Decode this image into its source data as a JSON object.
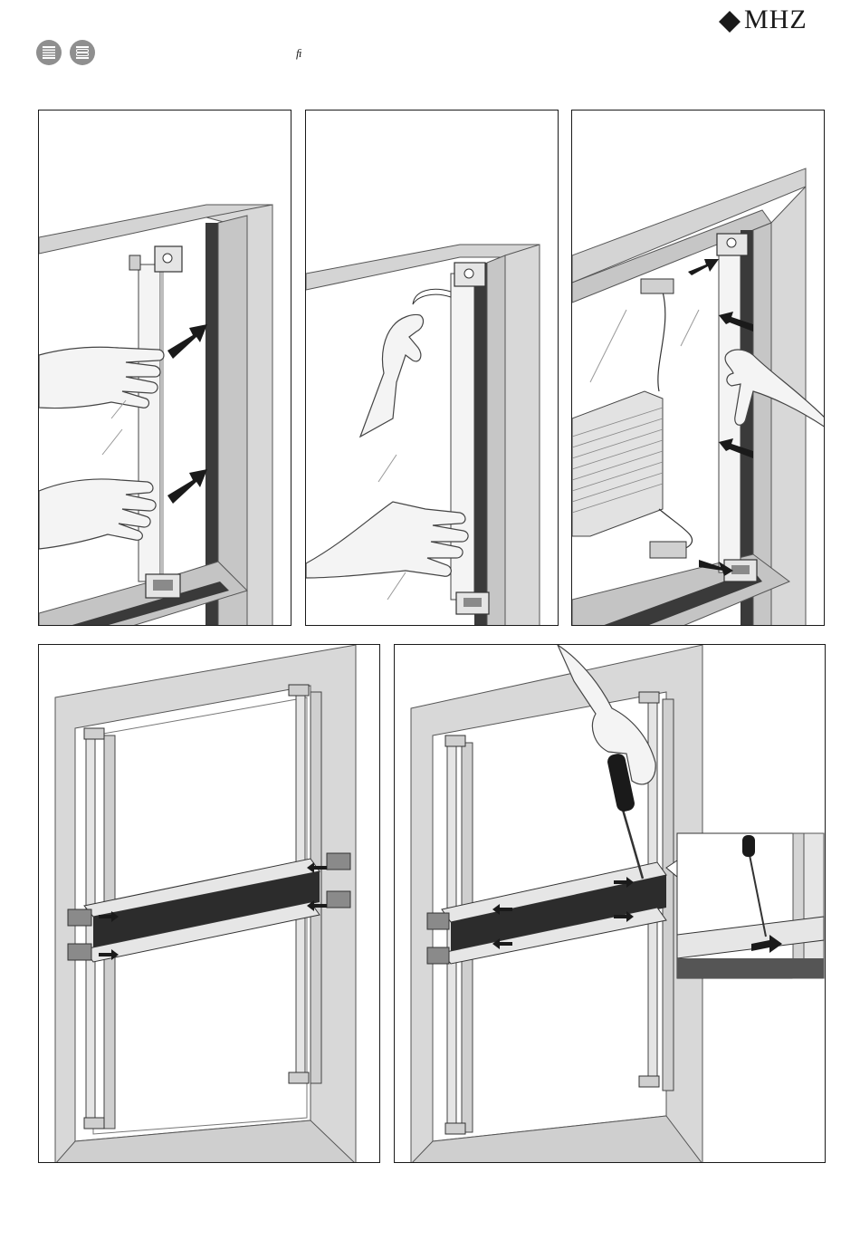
{
  "header": {
    "brand": "MHZ",
    "ligature": "ﬁ",
    "icons": [
      "pleated-blind-icon",
      "honeycomb-blind-icon"
    ]
  },
  "colors": {
    "frame": "#d4d4d4",
    "frame_dark": "#3a3a3a",
    "rail": "#e6e6e6",
    "fabric": "#2c2c2c",
    "arrow": "#1a1a1a",
    "icon": "#8f8f8f"
  },
  "steps": [
    {
      "name": "step-1",
      "icon": "press-adhesive-strip"
    },
    {
      "name": "step-2",
      "icon": "peel-backing-film"
    },
    {
      "name": "step-3",
      "icon": "insert-tension-cord"
    },
    {
      "name": "step-4",
      "icon": "install-rails"
    },
    {
      "name": "step-5",
      "icon": "tighten-screw"
    }
  ]
}
